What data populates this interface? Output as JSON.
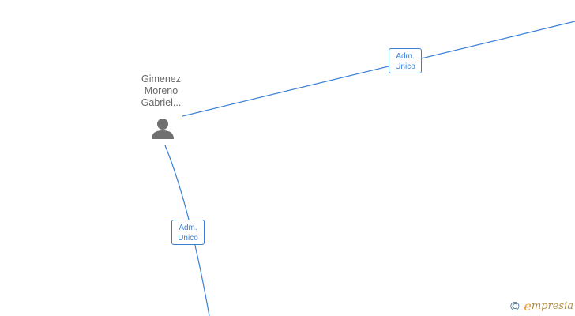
{
  "diagram": {
    "person": {
      "name_lines": [
        "Gimenez",
        "Moreno",
        "Gabriel..."
      ],
      "icon": "person-icon"
    },
    "relations": [
      {
        "line1": "Adm.",
        "line2": "Unico"
      },
      {
        "line1": "Adm.",
        "line2": "Unico"
      }
    ],
    "colors": {
      "edge": "#3a7fd5",
      "label_border": "#3a7fd5",
      "person_icon": "#707070",
      "name_text": "#666666"
    }
  },
  "watermark": {
    "copyright_symbol": "©",
    "brand_initial": "e",
    "brand_rest": "mpresia"
  }
}
